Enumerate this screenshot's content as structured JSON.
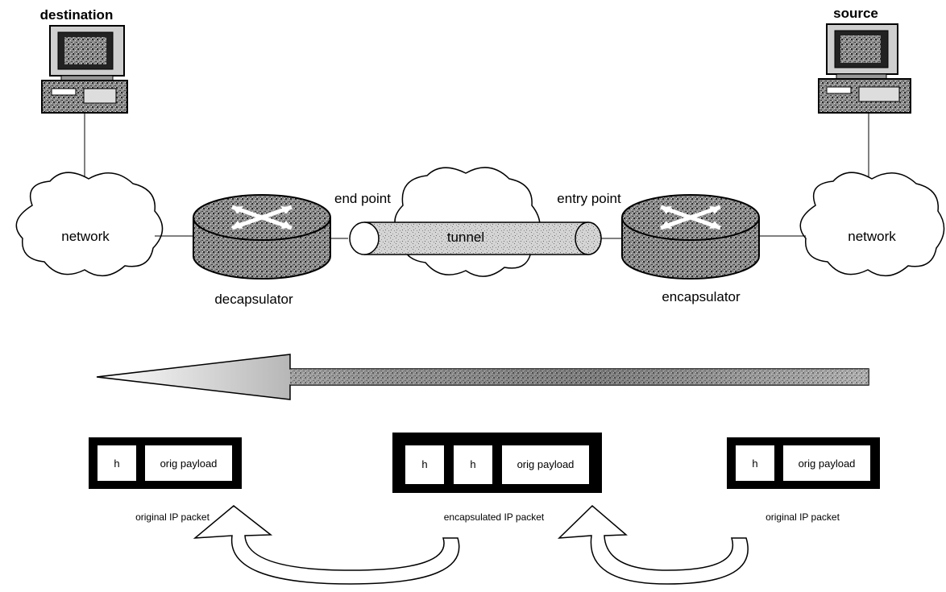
{
  "hosts": {
    "destination": "destination",
    "source": "source"
  },
  "networks": {
    "left": "network",
    "right": "network"
  },
  "routers": {
    "decapsulator": "decapsulator",
    "encapsulator": "encapsulator"
  },
  "tunnel": {
    "label": "tunnel",
    "end_point": "end point",
    "entry_point": "entry point"
  },
  "packets": {
    "left": {
      "fields": [
        "h",
        "orig payload"
      ],
      "caption": "original IP packet"
    },
    "middle": {
      "fields": [
        "h",
        "h",
        "orig payload"
      ],
      "caption": "encapsulated IP packet"
    },
    "right": {
      "fields": [
        "h",
        "orig payload"
      ],
      "caption": "original IP packet"
    }
  }
}
